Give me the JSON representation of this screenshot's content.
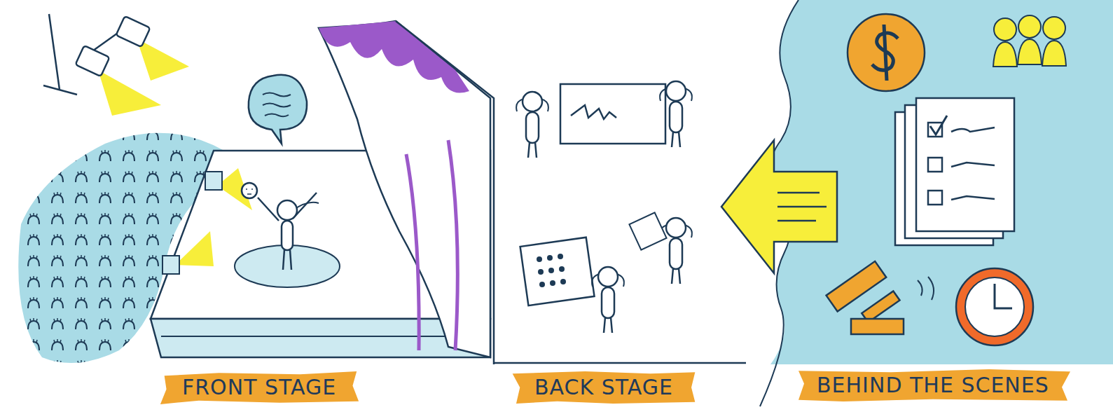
{
  "diagram": {
    "nodes": [
      {
        "text": [
          "FRONT STAGE"
        ]
      },
      {
        "text": [
          "BACK STAGE"
        ]
      },
      {
        "text": [
          "BEHIND THE SCENES"
        ]
      }
    ]
  }
}
